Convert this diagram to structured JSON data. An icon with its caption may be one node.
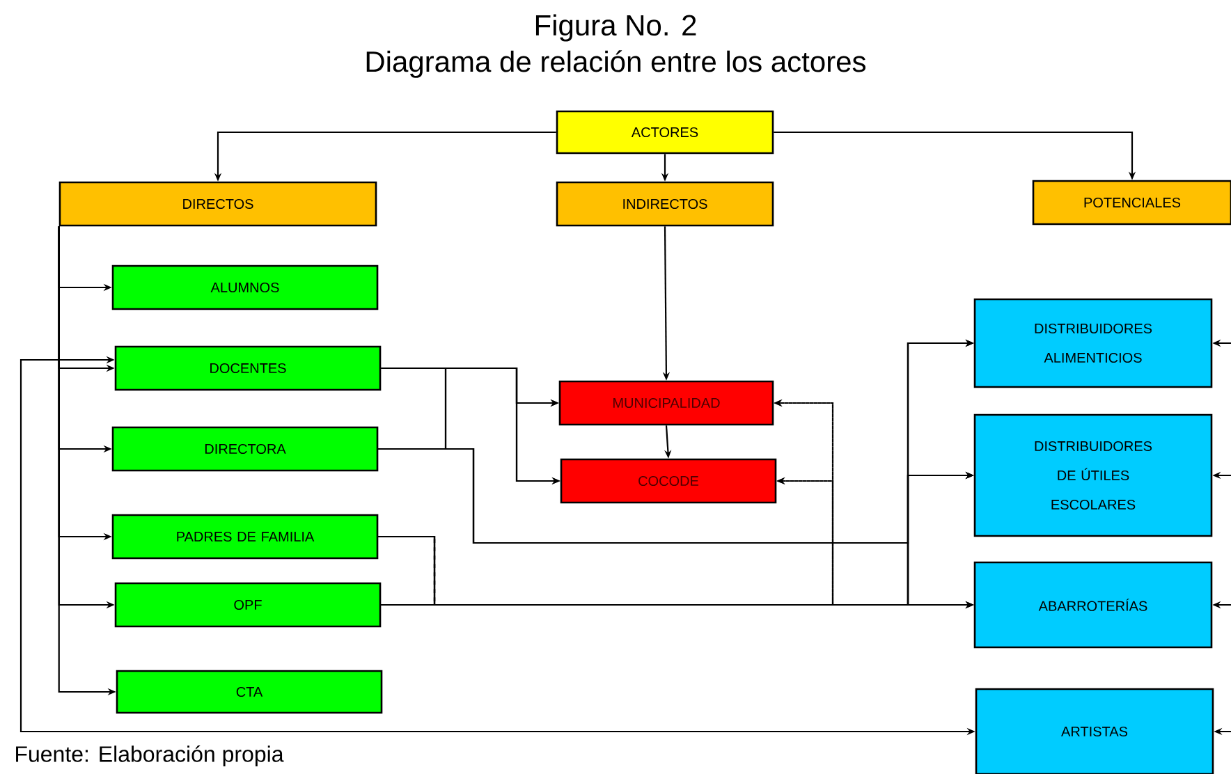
{
  "diagram": {
    "title": "Figura No. 2",
    "caption": "Fuente: Elaboración propia",
    "labels": [
      "Diagrama de relación entre los actores"
    ],
    "nodes": [
      {
        "text": [
          "ACTORES"
        ]
      },
      {
        "text": [
          "DIRECTOS"
        ]
      },
      {
        "text": [
          "INDIRECTOS"
        ]
      },
      {
        "text": [
          "POTENCIALES"
        ]
      },
      {
        "text": [
          "ALUMNOS"
        ]
      },
      {
        "text": [
          "DOCENTES"
        ]
      },
      {
        "text": [
          "DIRECTORA"
        ]
      },
      {
        "text": [
          "PADRES DE FAMILIA"
        ]
      },
      {
        "text": [
          "OPF"
        ]
      },
      {
        "text": [
          "CTA"
        ]
      },
      {
        "text": [
          "MUNICIPALIDAD"
        ]
      },
      {
        "text": [
          "COCODE"
        ]
      },
      {
        "text": [
          "DISTRIBUIDORES ALIMENTICIOS"
        ]
      },
      {
        "text": [
          "DISTRIBUIDORES DE ÚTILES ESCOLARES"
        ]
      },
      {
        "text": [
          "ABARROTERÍAS"
        ]
      },
      {
        "text": [
          "ARTISTAS"
        ]
      }
    ],
    "edges": [
      {
        "from": 0,
        "to": 1,
        "arrow": "to"
      },
      {
        "from": 0,
        "to": 2,
        "arrow": "to"
      },
      {
        "from": 0,
        "to": 3,
        "arrow": "to"
      },
      {
        "from": 1,
        "to": 4,
        "arrow": "to"
      },
      {
        "from": 1,
        "to": 5,
        "arrow": "to"
      },
      {
        "from": 1,
        "to": 6,
        "arrow": "to"
      },
      {
        "from": 1,
        "to": 7,
        "arrow": "to"
      },
      {
        "from": 1,
        "to": 8,
        "arrow": "to"
      },
      {
        "from": 1,
        "to": 9,
        "arrow": "to"
      },
      {
        "from": 2,
        "to": 10,
        "arrow": "to"
      },
      {
        "from": 10,
        "to": 11,
        "arrow": "to"
      },
      {
        "from": 5,
        "to": 10,
        "arrow": "to"
      },
      {
        "from": 5,
        "to": 11,
        "arrow": "to"
      },
      {
        "from": 6,
        "to": 10,
        "arrow": "to"
      },
      {
        "from": 6,
        "to": 11,
        "arrow": "to"
      },
      {
        "from": 6,
        "to": 12,
        "arrow": "to"
      },
      {
        "from": 6,
        "to": 13,
        "arrow": "to"
      },
      {
        "from": 6,
        "to": 14,
        "arrow": "to"
      },
      {
        "from": 7,
        "to": 10,
        "arrow": "to",
        "style": "dashed"
      },
      {
        "from": 7,
        "to": 11,
        "arrow": "to",
        "style": "dashed"
      },
      {
        "from": 8,
        "to": 10,
        "arrow": "to",
        "style": "dashed"
      },
      {
        "from": 8,
        "to": 11,
        "arrow": "to",
        "style": "dashed"
      },
      {
        "from": 7,
        "to": 12,
        "arrow": "to"
      },
      {
        "from": 7,
        "to": 13,
        "arrow": "to"
      },
      {
        "from": 7,
        "to": 14,
        "arrow": "to"
      },
      {
        "from": 8,
        "to": 12,
        "arrow": "to"
      },
      {
        "from": 8,
        "to": 13,
        "arrow": "to"
      },
      {
        "from": 8,
        "to": 14,
        "arrow": "to"
      },
      {
        "from": 5,
        "to": 15,
        "arrow": "both"
      },
      {
        "from": null,
        "to": 12,
        "arrow": "to"
      },
      {
        "from": null,
        "to": 13,
        "arrow": "to"
      },
      {
        "from": null,
        "to": 14,
        "arrow": "to"
      },
      {
        "from": null,
        "to": 15,
        "arrow": "to"
      }
    ]
  }
}
